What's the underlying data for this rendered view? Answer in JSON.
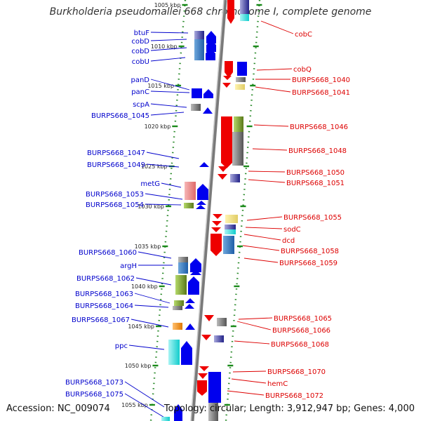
{
  "title": "Burkholderia pseudomallei 668 chromosome I, complete genome",
  "footer": {
    "accession": "Accession: NC_009074",
    "summary": "Topology: circular; Length: 3,912,947 bp; Genes: 4,000"
  },
  "colors": {
    "left_strand": "#0000cc",
    "right_strand": "#dd0000",
    "scale_dots": "#1a8a1a",
    "backbone": "#888888"
  },
  "kbp_ticks": [
    "1005 kbp",
    "1010 kbp",
    "1015 kbp",
    "1020 kbp",
    "1025 kbp",
    "1030 kbp",
    "1035 kbp",
    "1040 kbp",
    "1045 kbp",
    "1050 kbp",
    "1055 kbp"
  ],
  "left_genes": [
    "btuF",
    "cobD",
    "cobD",
    "cobU",
    "panD",
    "panC",
    "scpA",
    "BURPS668_1045",
    "BURPS668_1047",
    "BURPS668_1049",
    "metG",
    "BURPS668_1053",
    "BURPS668_1054",
    "BURPS668_1060",
    "argH",
    "BURPS668_1062",
    "BURPS668_1063",
    "BURPS668_1064",
    "BURPS668_1067",
    "ppc",
    "BURPS668_1073",
    "BURPS668_1075"
  ],
  "right_genes": [
    "cobC",
    "cobQ",
    "BURPS668_1040",
    "BURPS668_1041",
    "BURPS668_1046",
    "BURPS668_1048",
    "BURPS668_1050",
    "BURPS668_1051",
    "BURPS668_1055",
    "sodC",
    "dcd",
    "BURPS668_1058",
    "BURPS668_1059",
    "BURPS668_1065",
    "BURPS668_1066",
    "BURPS668_1068",
    "BURPS668_1070",
    "hemC",
    "BURPS668_1072"
  ]
}
